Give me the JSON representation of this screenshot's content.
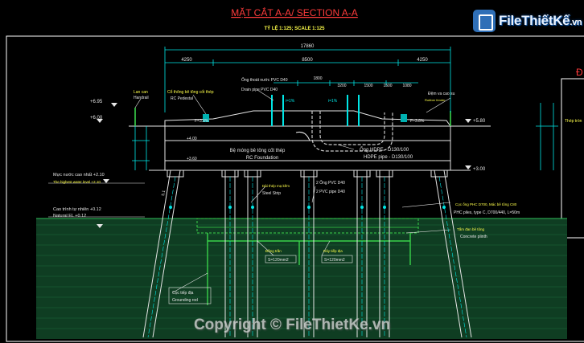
{
  "drawing": {
    "title": "MẶT CẮT A-A/ SECTION A-A",
    "scale": "TỶ LỆ 1:125; SCALE 1:125",
    "dims": {
      "overall": "17860",
      "left": "4250",
      "middle": "8500",
      "right": "4250",
      "sub1": "1800",
      "sub2": "3200",
      "sub3": "1500",
      "sub4": "1500",
      "sub5": "1080"
    },
    "levels": {
      "top_left": "+6.95",
      "cap_left": "+6.00",
      "cap_right": "+5.80",
      "mid": "+4.00",
      "bottom_cap": "+3.60",
      "bottom_right": "+3.00"
    },
    "labels": {
      "handrail_vi": "Lan can",
      "handrail_en": "Handrail",
      "pedestal_vi": "Cổ thông bê tông cốt thép",
      "pedestal_en": "RC Pedestal",
      "pipe_vi": "Ống thoát nước PVC D40",
      "pipe_en": "Drain pipe PVC D40",
      "slope_left": "F=3.8%",
      "slope_mid": "i=1%",
      "slope_right": "F=3.8%",
      "slope_right2": "i=1%",
      "fender_vi": "Đệm va cao su",
      "fender_en": "Rubber fender",
      "cap_vi": "Bệ móng bê tông cốt thép",
      "cap_en": "RC Foundation",
      "hdpe_vi": "Ống HDPE - D130/100",
      "hdpe_en": "HDPE pipe - D130/100",
      "water_vi": "Mực nước cao nhất +2.10",
      "water_en": "The highest water level +2.10",
      "nat_vi": "Cao trình tự nhiên +0.12",
      "nat_en": "Natural EL +0.12",
      "strip_vi": "Dải thép mạ kẽm",
      "strip_en": "Steel Strip",
      "pvc_vi": "2 Ống PVC D40",
      "pvc_en": "2 PVC pipe D40",
      "pile_vi": "Cọc ống PHC D700, Mác bê tông C80",
      "pile_en": "PHC piles, type C, D700/440, L=50m",
      "conc_vi": "Tấm đan bê tông",
      "conc_en": "Concrete plinth",
      "copper_vi": "Đồng trần",
      "copper_en": "S=120mm2",
      "copper2_vi": "Dây tiếp địa",
      "copper2_en": "S=120mm2",
      "ground_vi": "Cọc tiếp địa",
      "ground_en": "Grounding rod",
      "side_top": "Thép tròn",
      "side_cut": "Đ",
      "pile_len": "5.1"
    }
  },
  "watermark": {
    "logo": "FileThiếtKế",
    "logo_domain": ".vn",
    "copyright": "Copyright © FileThietKe.vn"
  },
  "colors": {
    "bg": "#000000",
    "title": "#ff3b3b",
    "dim": "#00e6e6",
    "struct": "#e6e6e6",
    "earth": "#1a6e3a",
    "green": "#39d24a",
    "yellow": "#ffff4a",
    "label": "#e0e0e0"
  }
}
